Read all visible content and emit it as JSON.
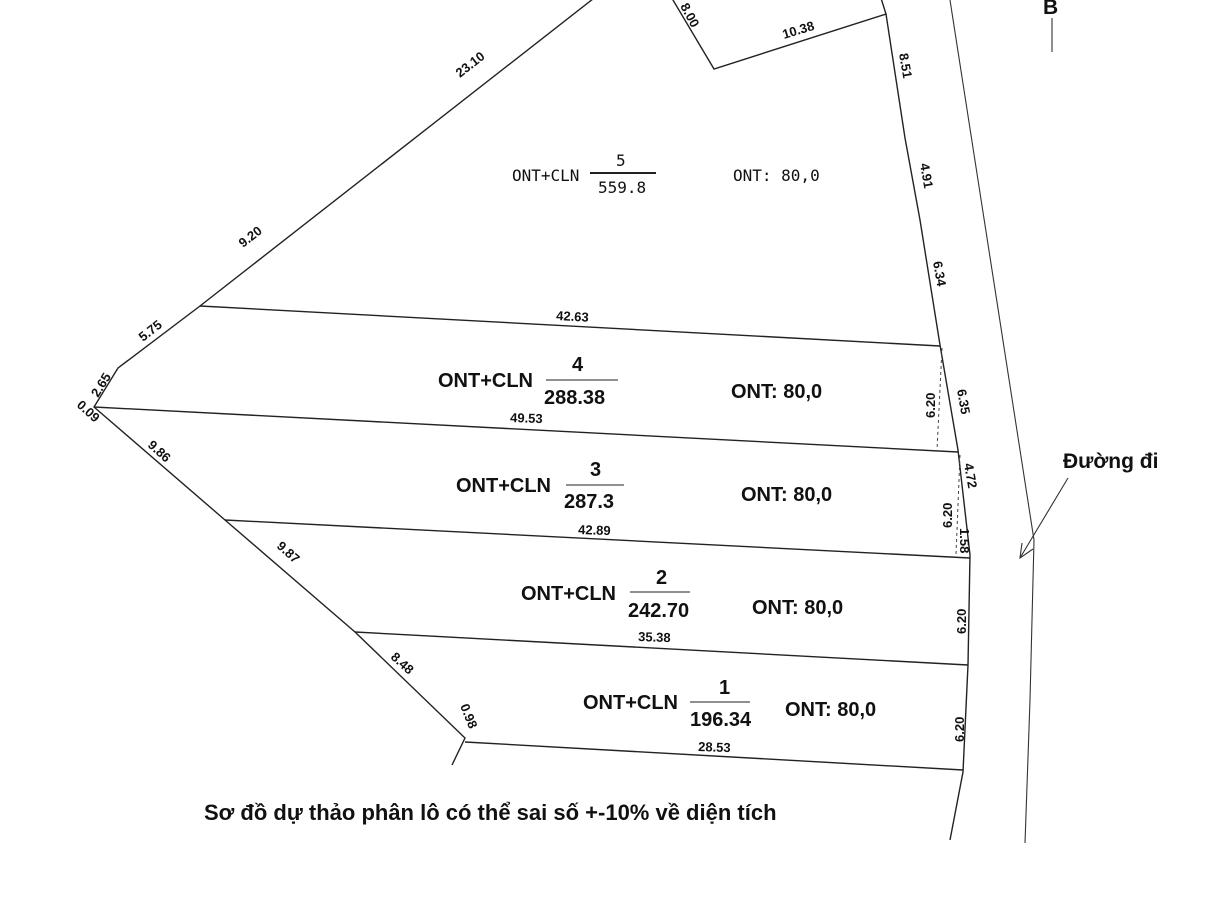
{
  "diagram": {
    "caption": "Sơ đồ dự thảo phân lô có thể sai số +-10% về diện tích",
    "road_label": "Đường đi",
    "corner_label": "B",
    "lots": [
      {
        "land_type": "ONT+CLN",
        "number": "5",
        "area": "559.8",
        "ont": "ONT: 80,0"
      },
      {
        "land_type": "ONT+CLN",
        "number": "4",
        "area": "288.38",
        "ont": "ONT: 80,0"
      },
      {
        "land_type": "ONT+CLN",
        "number": "3",
        "area": "287.3",
        "ont": "ONT: 80,0"
      },
      {
        "land_type": "ONT+CLN",
        "number": "2",
        "area": "242.70",
        "ont": "ONT: 80,0"
      },
      {
        "land_type": "ONT+CLN",
        "number": "1",
        "area": "196.34",
        "ont": "ONT: 80,0"
      }
    ],
    "dimensions": {
      "d_8_00": "8.00",
      "d_10_38": "10.38",
      "d_8_51": "8.51",
      "d_23_10": "23.10",
      "d_4_91": "4.91",
      "d_9_20": "9.20",
      "d_6_34": "6.34",
      "d_5_75": "5.75",
      "d_42_63": "42.63",
      "d_2_65": "2.65",
      "d_0_09": "0.09",
      "d_6_20_a": "6.20",
      "d_6_35": "6.35",
      "d_49_53": "49.53",
      "d_9_86": "9.86",
      "d_4_72": "4.72",
      "d_6_20_b": "6.20",
      "d_42_89": "42.89",
      "d_1_58": "1.58",
      "d_9_87": "9.87",
      "d_6_20_c": "6.20",
      "d_35_38": "35.38",
      "d_8_48": "8.48",
      "d_0_98": "0.98",
      "d_6_20_d": "6.20",
      "d_28_53": "28.53"
    }
  }
}
